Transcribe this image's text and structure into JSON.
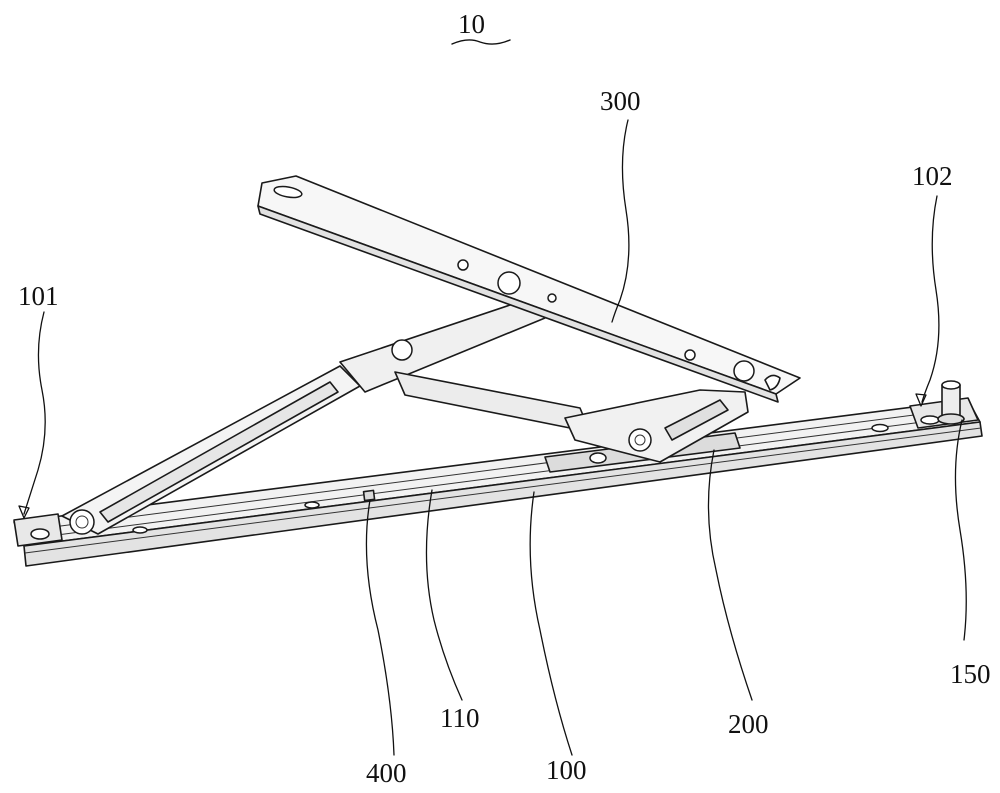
{
  "figure_number": "10",
  "labels": {
    "l101": "101",
    "l102": "102",
    "l300": "300",
    "l150": "150",
    "l200": "200",
    "l110": "110",
    "l100": "100",
    "l400": "400"
  }
}
